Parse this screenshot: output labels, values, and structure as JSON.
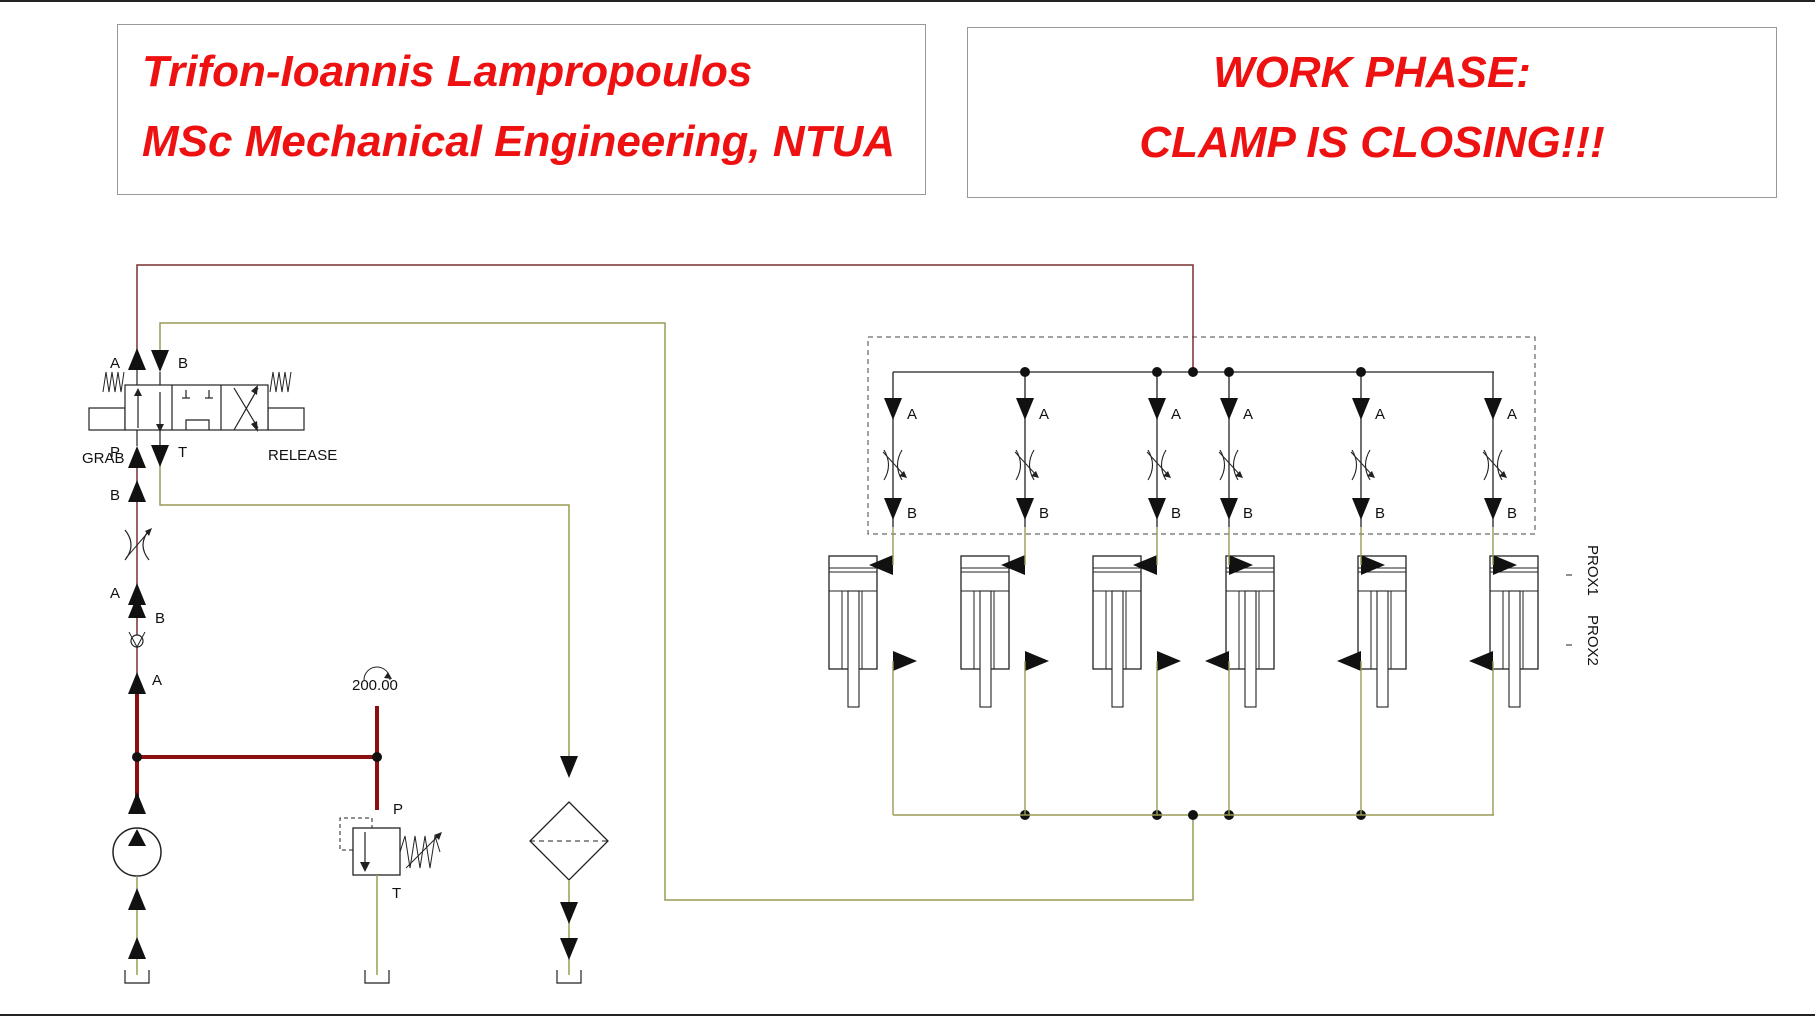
{
  "header": {
    "author_name": "Trifon-Ioannis  Lampropoulos",
    "author_degree": "MSc Mechanical Engineering, NTUA",
    "phase_line1": "WORK  PHASE:",
    "phase_line2": "CLAMP  IS  CLOSING!!!"
  },
  "valve": {
    "port_a": "A",
    "port_b": "B",
    "port_p": "P",
    "port_t": "T",
    "left_label": "GRAB",
    "right_label": "RELEASE"
  },
  "left_chain": {
    "flow_port_b": "B",
    "flow_port_a": "A",
    "check_port_b": "B",
    "check_port_a": "A"
  },
  "motor": {
    "speed": "200.00"
  },
  "relief": {
    "port_p": "P",
    "port_t": "T"
  },
  "flow_controls": [
    {
      "port_a": "A",
      "port_b": "B"
    },
    {
      "port_a": "A",
      "port_b": "B"
    },
    {
      "port_a": "A",
      "port_b": "B"
    },
    {
      "port_a": "A",
      "port_b": "B"
    },
    {
      "port_a": "A",
      "port_b": "B"
    },
    {
      "port_a": "A",
      "port_b": "B"
    }
  ],
  "sensors": {
    "prox1": "PROX1",
    "prox2": "PROX2"
  },
  "colors": {
    "title_red": "#ee1111",
    "line_brown": "#7a3030",
    "line_olive": "#9a9a55",
    "pressure_red": "#8b0f0f"
  }
}
